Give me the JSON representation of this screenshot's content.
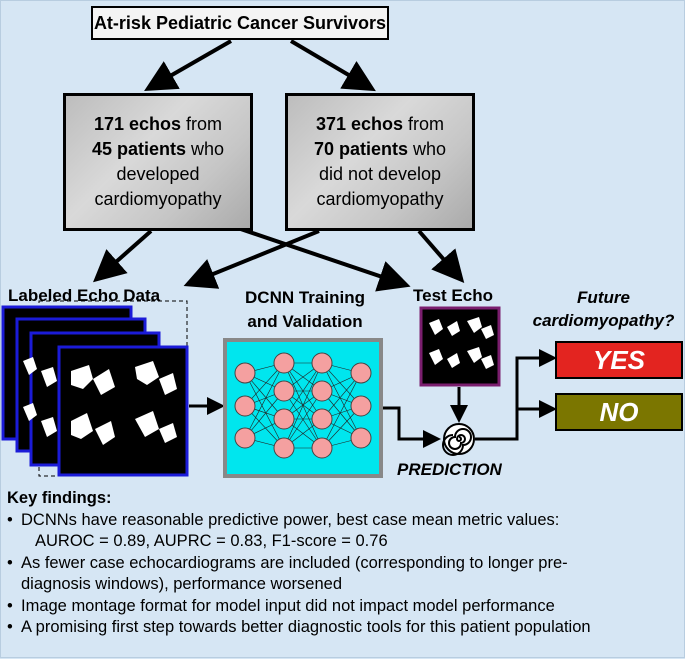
{
  "title": "At-risk Pediatric Cancer Survivors",
  "groups": [
    {
      "count": "171 echos",
      "from": "from",
      "patients": "45 patients",
      "rest1": "who",
      "rest2": "developed",
      "rest3": "cardiomyopathy"
    },
    {
      "count": "371 echos",
      "from": "from",
      "patients": "70 patients",
      "rest1": "who",
      "rest2": "did not develop",
      "rest3": "cardiomyopathy"
    }
  ],
  "labels": {
    "labeled_echo": "Labeled Echo Data",
    "training_line1": "DCNN Training",
    "training_line2": "and Validation",
    "test_echo": "Test Echo",
    "future_line1": "Future",
    "future_line2": "cardiomyopathy?",
    "prediction": "PREDICTION"
  },
  "outcomes": {
    "yes": "YES",
    "no": "NO"
  },
  "findings": {
    "heading": "Key findings:",
    "items": [
      {
        "line1": "DCNNs have reasonable predictive power, best case mean metric values:",
        "line2": "AUROC = 0.89, AUPRC = 0.83, F1-score = 0.76"
      },
      {
        "line1": "As fewer case echocardiograms are included (corresponding to longer pre-",
        "line2": "diagnosis windows), performance worsened"
      },
      {
        "line1": "Image montage format for model input did not impact model performance"
      },
      {
        "line1": "A promising first step towards better diagnostic tools for this patient population"
      }
    ]
  },
  "colors": {
    "yes": "#e32420",
    "no": "#7b7600",
    "network_bg": "#00e6ee",
    "neuron": "#f4a0a0",
    "test_border": "#7a1e6e",
    "stack_border": "#1b1bd8"
  },
  "icons": [
    "spiral-icon",
    "neural-network-icon",
    "echo-montage-icon"
  ]
}
